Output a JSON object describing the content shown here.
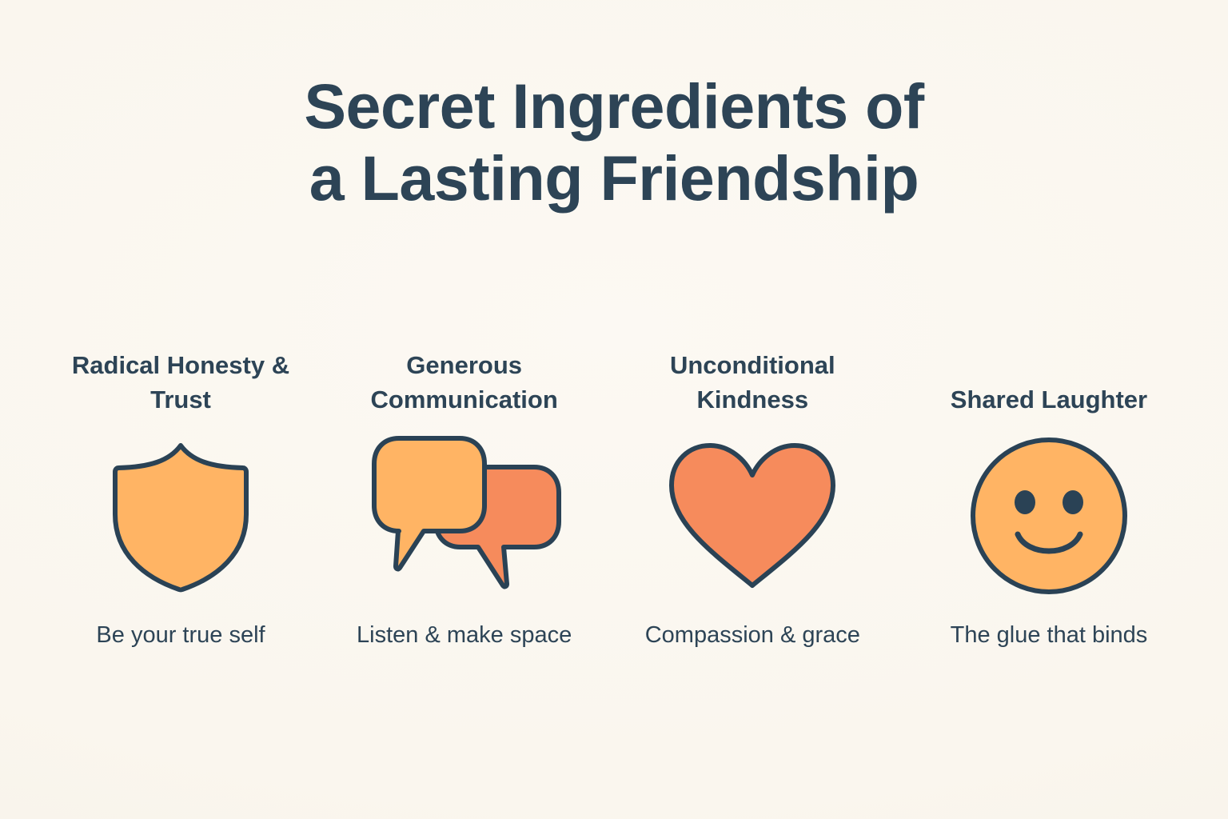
{
  "colors": {
    "background": "#FBF7F0",
    "ink": "#2D4456",
    "amber": "#FFB464",
    "salmon": "#F68B5C",
    "stroke": "#2A4255"
  },
  "title": {
    "line1": "Secret Ingredients of",
    "line2": "a Lasting Friendship"
  },
  "columns": [
    {
      "heading": "Radical Honesty & Trust",
      "icon": "shield-icon",
      "caption": "Be your true self"
    },
    {
      "heading": "Generous Communication",
      "icon": "speech-bubbles-icon",
      "caption": "Listen & make space"
    },
    {
      "heading": "Unconditional Kindness",
      "icon": "heart-icon",
      "caption": "Compassion & grace"
    },
    {
      "heading": "Shared Laughter",
      "icon": "smiley-face-icon",
      "caption": "The glue that binds"
    }
  ]
}
